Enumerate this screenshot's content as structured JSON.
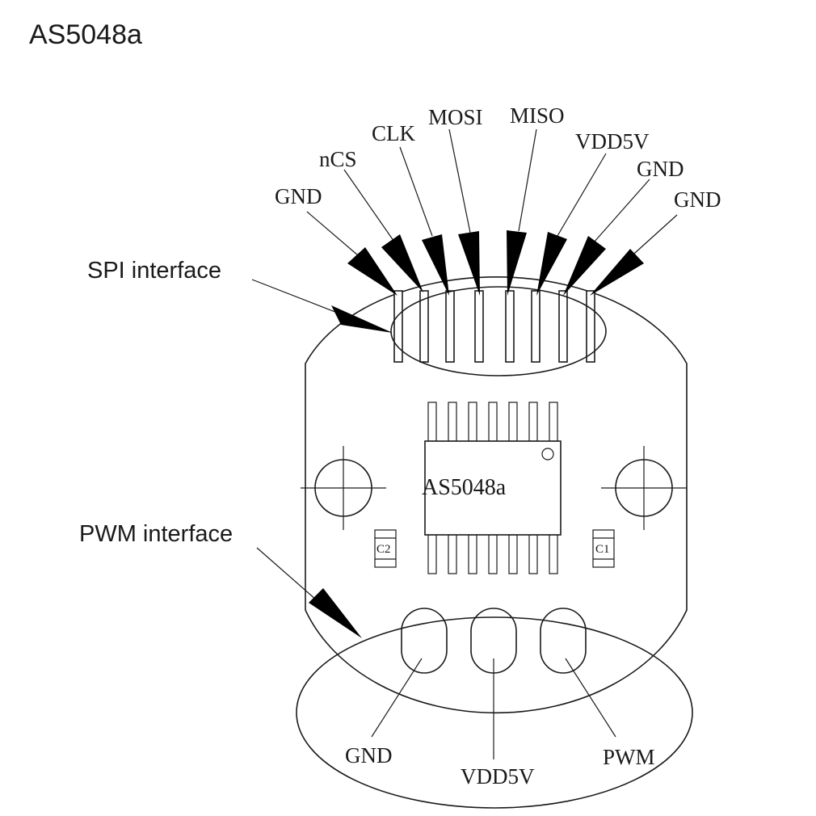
{
  "title": "AS5048a",
  "callouts": {
    "spi": "SPI interface",
    "pwm": "PWM interface"
  },
  "spi_pins": [
    "GND",
    "nCS",
    "CLK",
    "MOSI",
    "MISO",
    "VDD5V",
    "GND",
    "GND"
  ],
  "chip_label": "AS5048a",
  "capacitors": {
    "left": "C2",
    "right": "C1"
  },
  "pwm_pins": [
    "GND",
    "VDD5V",
    "PWM"
  ]
}
